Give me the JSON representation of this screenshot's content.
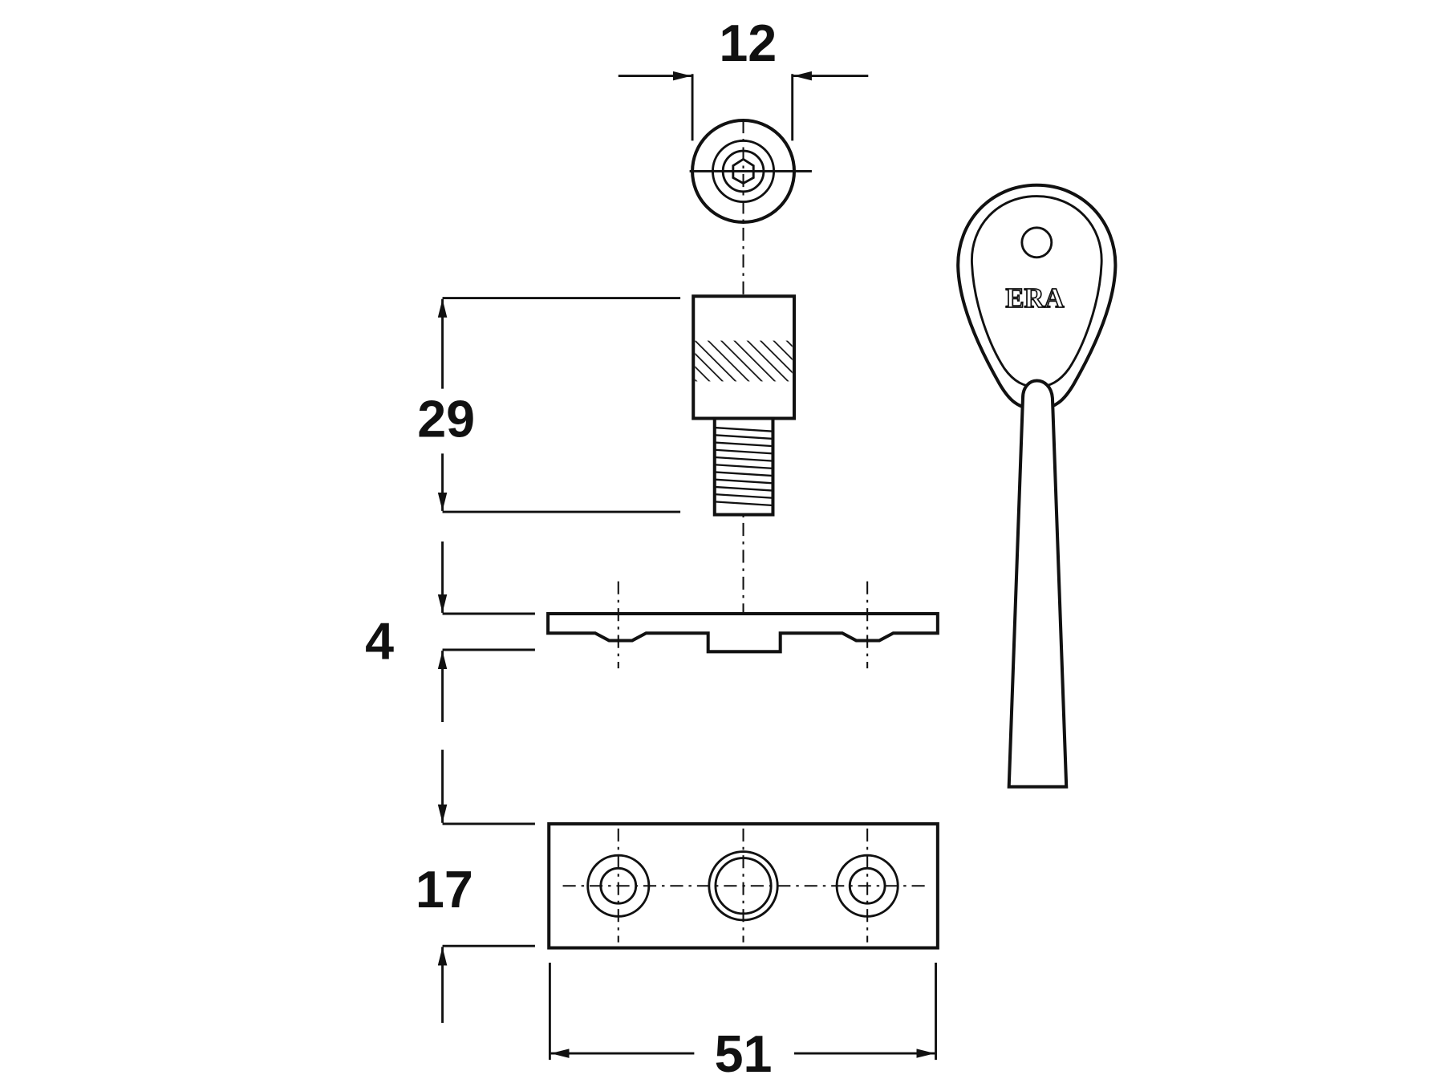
{
  "dimensions": {
    "diameter": "12",
    "bolt_length": "29",
    "plate_thickness": "4",
    "plate_width": "17",
    "plate_length": "51"
  },
  "key_logo": "ERA",
  "colors": {
    "ink": "#111111",
    "background": "#ffffff"
  }
}
